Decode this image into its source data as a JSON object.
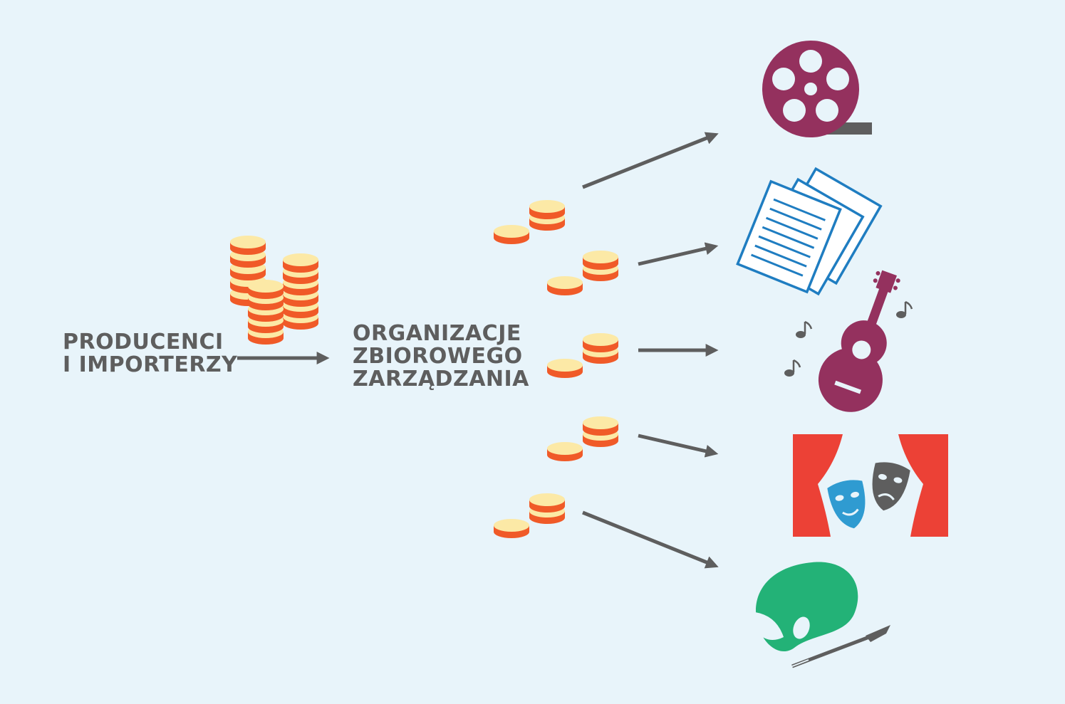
{
  "producers": {
    "lines": [
      "PRODUCENCI",
      "I IMPORTERZY"
    ]
  },
  "organizations": {
    "lines": [
      "ORGANIZACJE",
      "ZBIOROWEGO",
      "ZARZĄDZANIA"
    ]
  },
  "colors": {
    "background": "#e8f4fa",
    "text": "#5e5e5e",
    "arrow": "#5e5e5e",
    "coin_top": "#fce9a6",
    "coin_side": "#f05a28",
    "film": "#94315e",
    "document": "#1f7dc1",
    "music": "#94315e",
    "theatre_curtain": "#ec4136",
    "mask_blue": "#2f9bd1",
    "mask_grey": "#5e5e5e",
    "palette": "#23b277"
  },
  "beneficiaries": [
    {
      "icon": "film-reel-icon"
    },
    {
      "icon": "documents-icon"
    },
    {
      "icon": "guitar-music-icon"
    },
    {
      "icon": "theatre-masks-icon"
    },
    {
      "icon": "art-palette-icon"
    }
  ]
}
